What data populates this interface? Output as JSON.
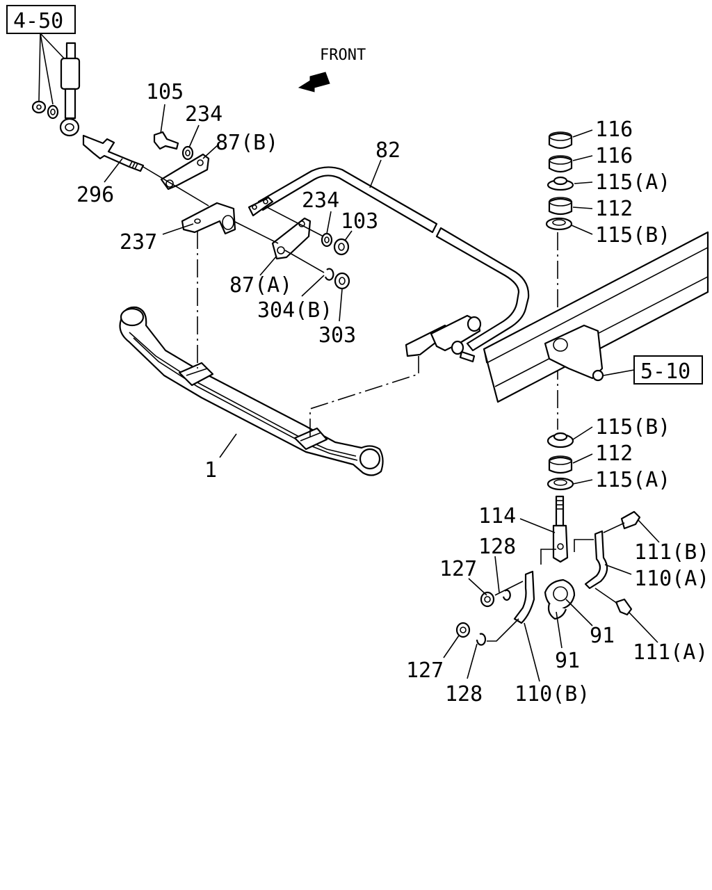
{
  "diagram": {
    "front_label": "FRONT",
    "ref_boxes": {
      "ref_4_50": "4-50",
      "ref_5_10": "5-10"
    },
    "callouts": {
      "c105": "105",
      "c234_top": "234",
      "c87b": "87(B)",
      "c296": "296",
      "c237": "237",
      "c82": "82",
      "c234_mid": "234",
      "c103": "103",
      "c87a": "87(A)",
      "c304b": "304(B)",
      "c303": "303",
      "c1": "1",
      "c116_a": "116",
      "c116_b": "116",
      "c115a_top": "115(A)",
      "c112_top": "112",
      "c115b_top": "115(B)",
      "c115b_bot": "115(B)",
      "c112_bot": "112",
      "c115a_bot": "115(A)",
      "c114": "114",
      "c128_top": "128",
      "c127_top": "127",
      "c111b": "111(B)",
      "c110a": "110(A)",
      "c91_a": "91",
      "c91_b": "91",
      "c111a": "111(A)",
      "c127_bot": "127",
      "c128_bot": "128",
      "c110b": "110(B)"
    }
  }
}
